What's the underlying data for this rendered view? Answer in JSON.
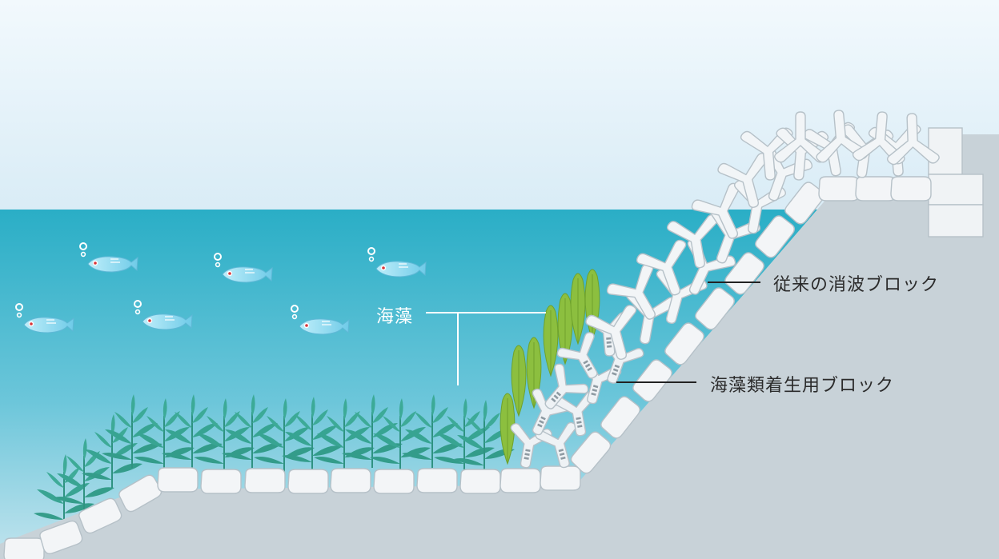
{
  "labels": {
    "seaweed": "海藻",
    "conventional_block": "従来の消波ブロック",
    "seaweed_block": "海藻類着生用ブロック"
  },
  "colors": {
    "sky_top": "#f2f9fd",
    "sky_bottom": "#d9ecf6",
    "sea_top": "#2aaec6",
    "sea_bottom": "#b7dfe9",
    "ground": "#c8d2d8",
    "block_fill": "#f2f5f7",
    "block_stroke": "#b9c4cb",
    "seaweed_dark": "#2f9a86",
    "seaweed_green": "#8cbf3f",
    "fish": "#7fd3ec",
    "leader_line_dark": "#222222",
    "leader_line_light": "#ffffff"
  }
}
